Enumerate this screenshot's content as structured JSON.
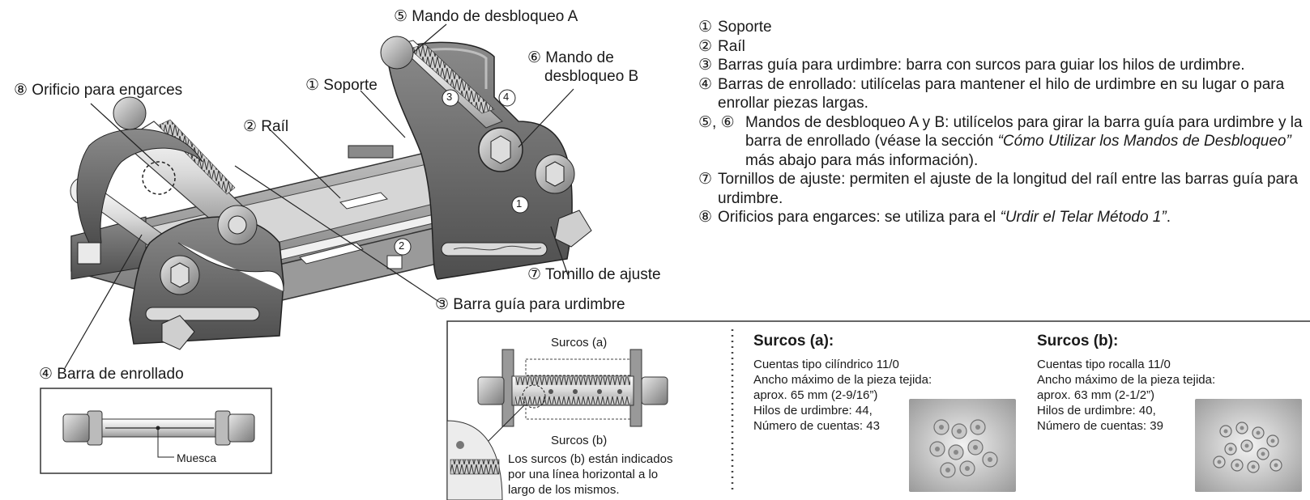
{
  "callouts": {
    "c5": "⑤ Mando de desbloqueo A",
    "c6a": "⑥ Mando de",
    "c6b": "desbloqueo B",
    "c8": "⑧ Orificio para engarces",
    "c1": "① Soporte",
    "c2": "② Raíl",
    "c7": "⑦ Tornillo de ajuste",
    "c3": "③ Barra guía para urdimbre",
    "c4": "④ Barra de enrollado",
    "muesca": "Muesca",
    "on3": "3",
    "on4": "4",
    "on1": "1",
    "on2": "2"
  },
  "legend": [
    {
      "num": "①",
      "text": "Soporte"
    },
    {
      "num": "②",
      "text": "Raíl"
    },
    {
      "num": "③",
      "text": "Barras guía para urdimbre: barra con surcos para guiar los hilos de urdimbre."
    },
    {
      "num": "④",
      "text": "Barras de enrollado: utilícelas para mantener el hilo de urdimbre en su lugar o para enrollar piezas largas."
    },
    {
      "num": "⑤, ⑥",
      "pre": "Mandos de desbloqueo A y B: utilícelos para girar la barra guía para urdimbre y la barra de enrollado (véase la sección ",
      "italic": "“Cómo Utilizar los Mandos de Desbloqueo”",
      "post": " más abajo para más información)."
    },
    {
      "num": "⑦",
      "text": "Tornillos de ajuste: permiten el ajuste de la longitud del raíl entre las barras guía para urdimbre."
    },
    {
      "num": "⑧",
      "pre": "Orificios para engarces: se utiliza para el ",
      "italic": "“Urdir el Telar Método 1”",
      "post": "."
    }
  ],
  "grooves": {
    "label_a": "Surcos (a)",
    "label_b": "Surcos (b)",
    "note": [
      "Los surcos (b) están indicados",
      "por una línea horizontal a lo",
      "largo de los mismos."
    ]
  },
  "surcos_a": {
    "title": "Surcos (a):",
    "lines": [
      "Cuentas tipo cilíndrico 11/0",
      "Ancho máximo de la pieza tejida:",
      "aprox. 65 mm (2-9/16”)",
      "Hilos de urdimbre: 44,",
      "Número de cuentas: 43"
    ]
  },
  "surcos_b": {
    "title": "Surcos (b):",
    "lines": [
      "Cuentas tipo rocalla 11/0",
      "Ancho máximo de la pieza tejida:",
      "aprox. 63 mm (2-1/2”)",
      "Hilos de urdimbre: 40,",
      "Número de cuentas: 39"
    ]
  }
}
